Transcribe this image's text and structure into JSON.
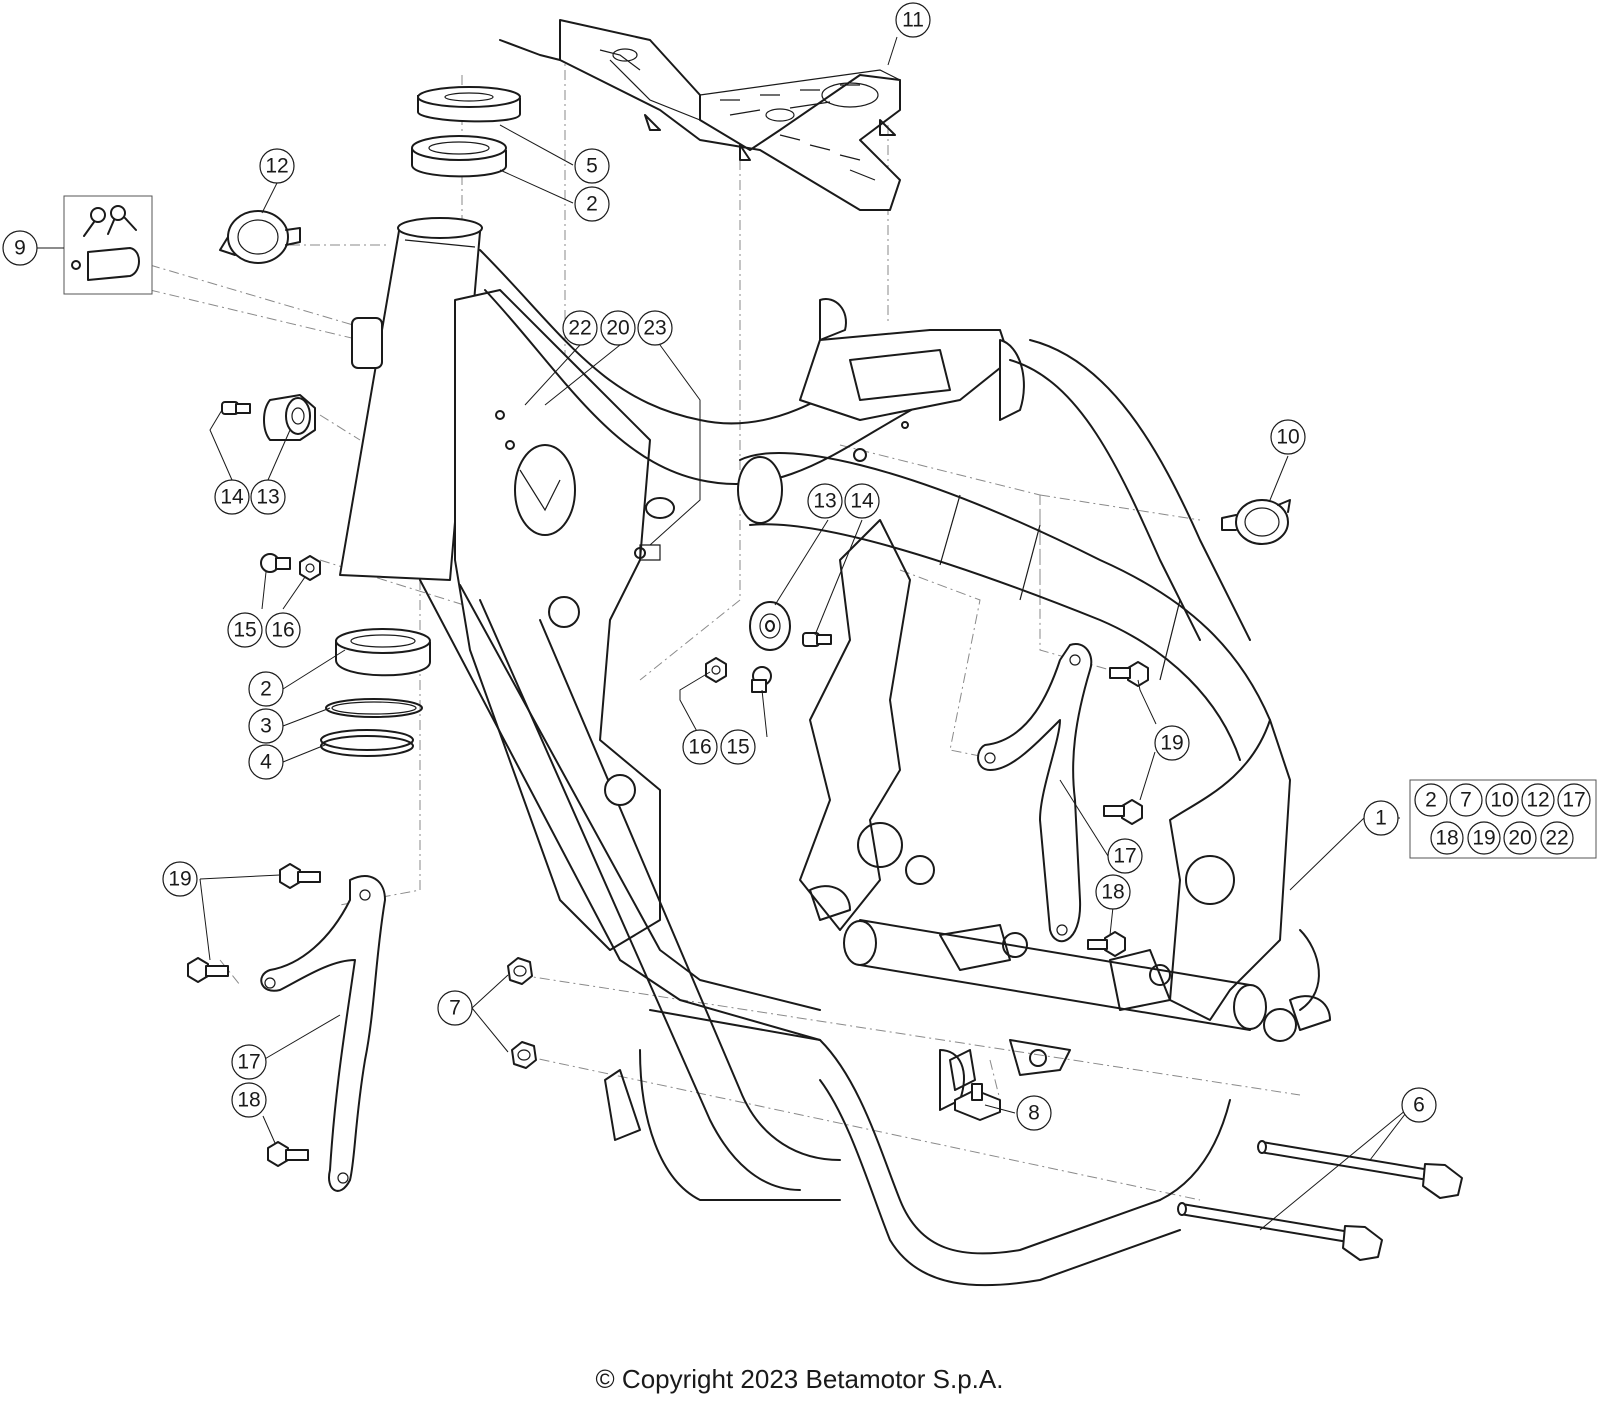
{
  "callouts": [
    {
      "key": "c11",
      "text": "11"
    },
    {
      "key": "c5",
      "text": "5"
    },
    {
      "key": "c2a",
      "text": "2"
    },
    {
      "key": "c12",
      "text": "12"
    },
    {
      "key": "c9",
      "text": "9"
    },
    {
      "key": "c22",
      "text": "22"
    },
    {
      "key": "c20",
      "text": "20"
    },
    {
      "key": "c23",
      "text": "23"
    },
    {
      "key": "c14a",
      "text": "14"
    },
    {
      "key": "c13a",
      "text": "13"
    },
    {
      "key": "c10",
      "text": "10"
    },
    {
      "key": "c13b",
      "text": "13"
    },
    {
      "key": "c14b",
      "text": "14"
    },
    {
      "key": "c15a",
      "text": "15"
    },
    {
      "key": "c16a",
      "text": "16"
    },
    {
      "key": "c2b",
      "text": "2"
    },
    {
      "key": "c3",
      "text": "3"
    },
    {
      "key": "c4",
      "text": "4"
    },
    {
      "key": "c16b",
      "text": "16"
    },
    {
      "key": "c15b",
      "text": "15"
    },
    {
      "key": "c19a",
      "text": "19"
    },
    {
      "key": "c19b",
      "text": "19"
    },
    {
      "key": "c17a",
      "text": "17"
    },
    {
      "key": "c17b",
      "text": "17"
    },
    {
      "key": "c18a",
      "text": "18"
    },
    {
      "key": "c18b",
      "text": "18"
    },
    {
      "key": "c1",
      "text": "1"
    },
    {
      "key": "c7",
      "text": "7"
    },
    {
      "key": "c8",
      "text": "8"
    },
    {
      "key": "c6",
      "text": "6"
    }
  ],
  "kit_box": {
    "row1": [
      "2",
      "7",
      "10",
      "12",
      "17"
    ],
    "row2": [
      "18",
      "19",
      "20",
      "22"
    ]
  },
  "copyright": "© Copyright 2023 Betamotor S.p.A."
}
